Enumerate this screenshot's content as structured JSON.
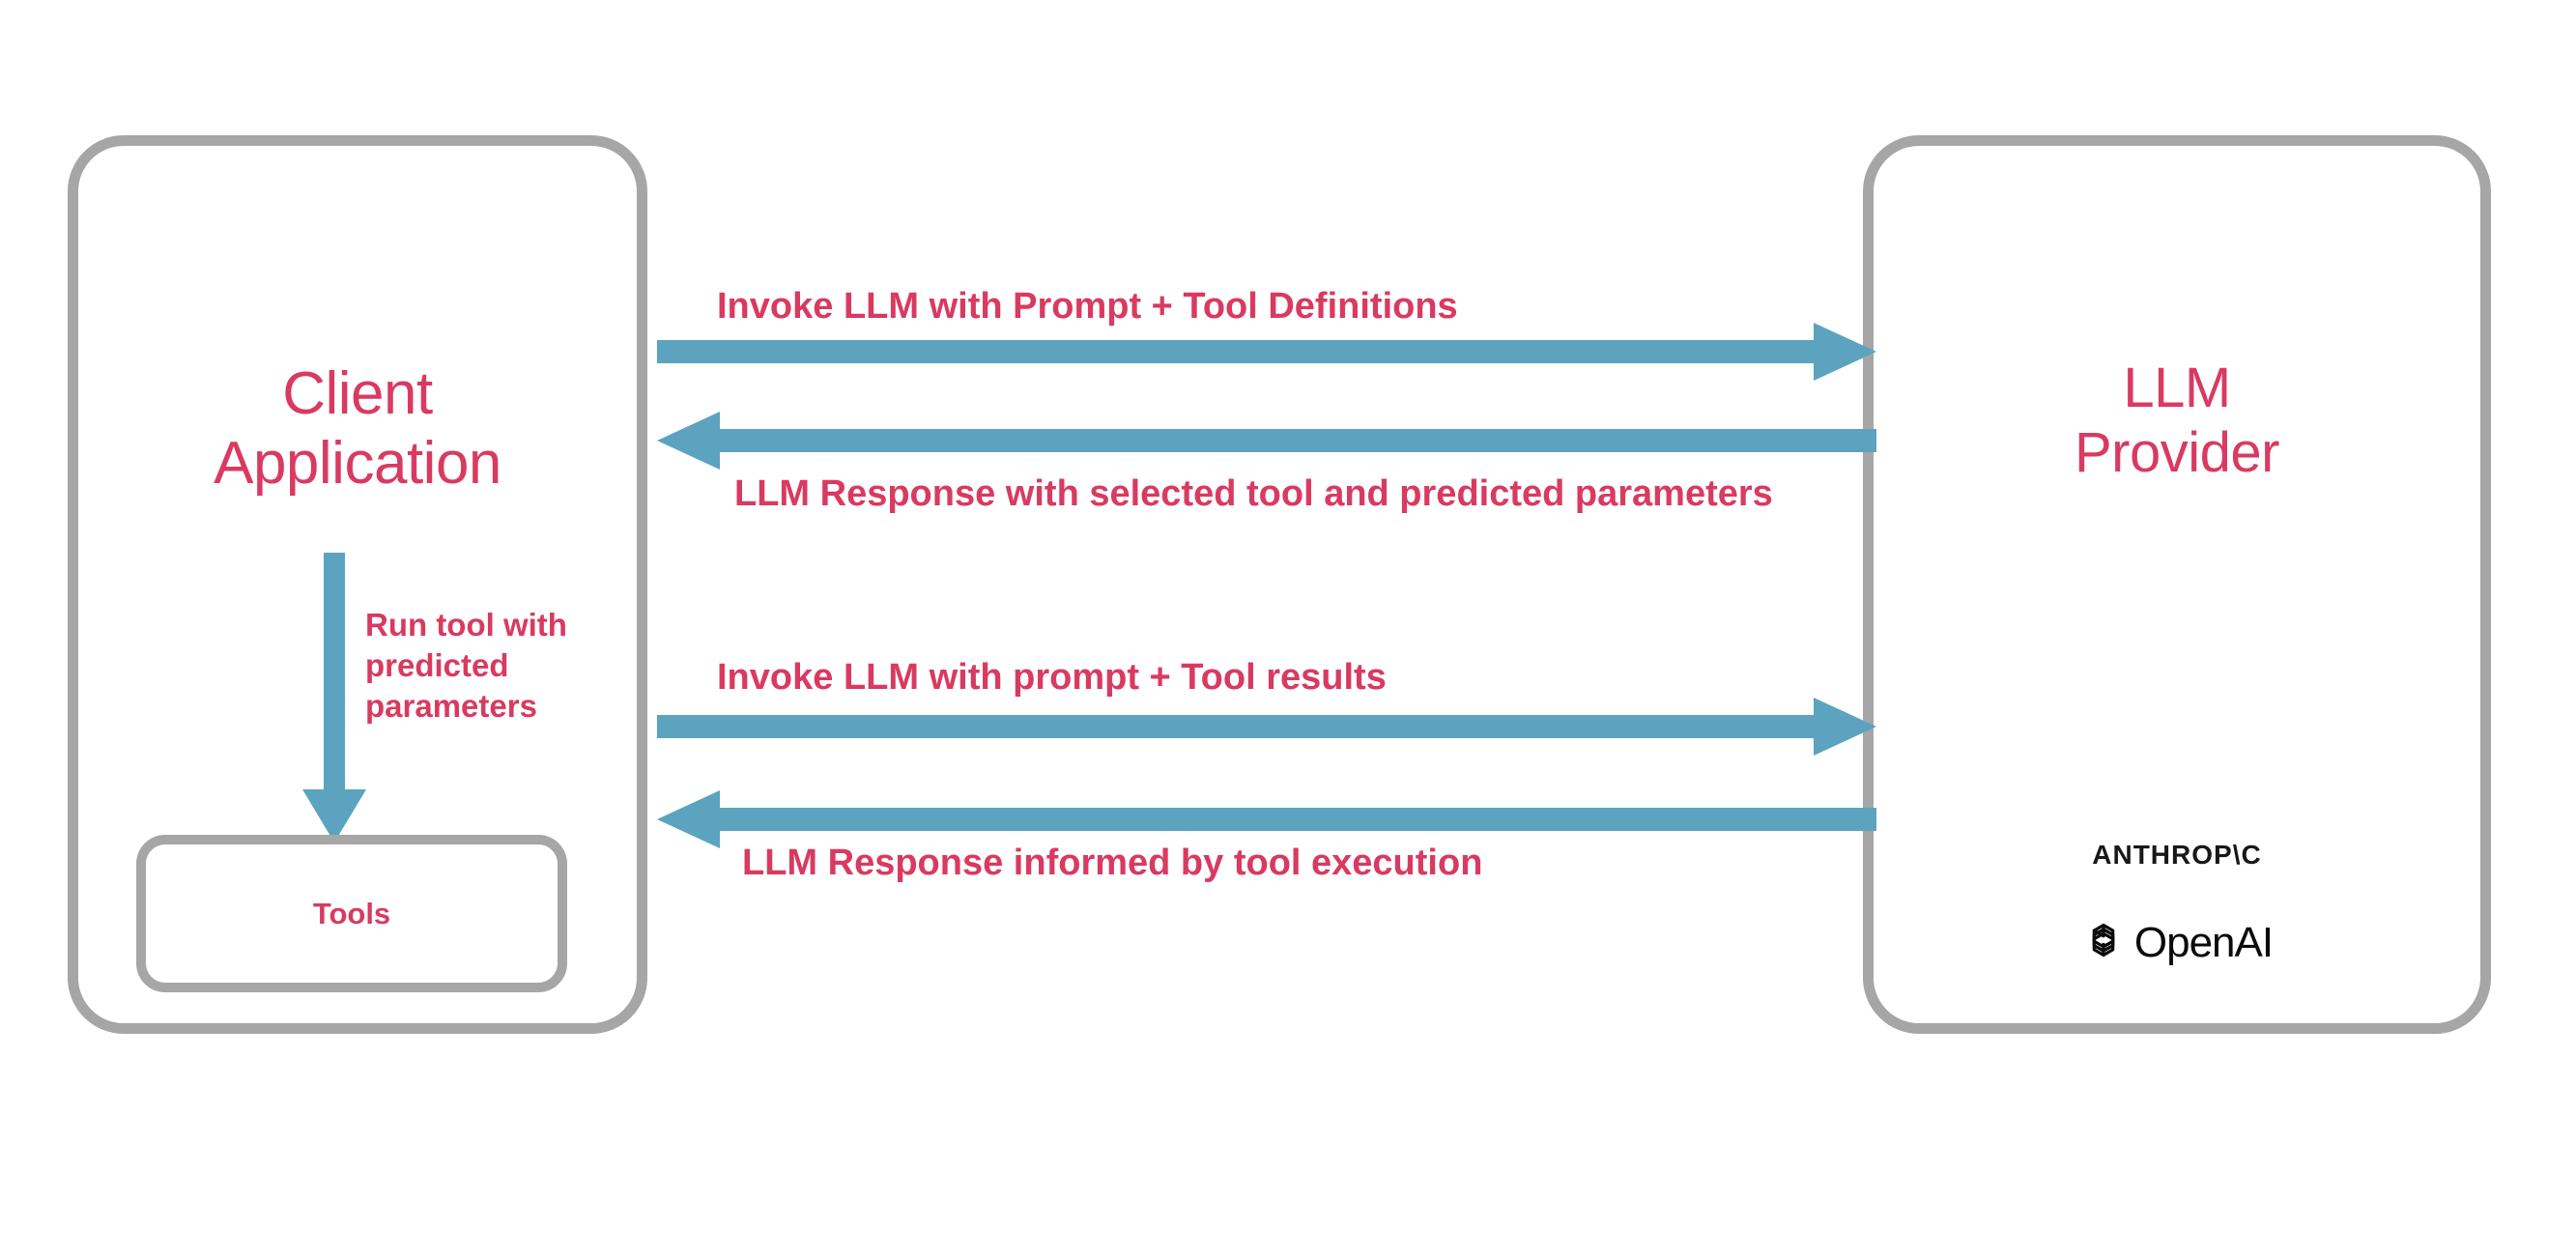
{
  "diagram": {
    "title": "LLM tool-calling sequence between client application and LLM provider",
    "colors": {
      "accent_pink": "#d93a61",
      "arrow_teal": "#5ca3bf",
      "box_border_gray": "#a6a6a6",
      "logo_black": "#0b0b0b",
      "background": "#ffffff"
    }
  },
  "client_box": {
    "title": "Client\nApplication",
    "tools": {
      "label": "Tools"
    },
    "run_tool_arrow": {
      "caption": "Run tool with\npredicted\nparameters",
      "direction": "down"
    }
  },
  "provider_box": {
    "title": "LLM\nProvider",
    "logos": [
      {
        "name": "anthropic-logo",
        "text": "ANTHROP\\C"
      },
      {
        "name": "openai-logo",
        "text": "OpenAI"
      }
    ]
  },
  "flows": [
    {
      "id": "arrow-1",
      "caption": "Invoke LLM with Prompt + Tool Definitions",
      "direction": "right"
    },
    {
      "id": "arrow-2",
      "caption": "LLM Response with selected tool and predicted parameters",
      "direction": "left"
    },
    {
      "id": "arrow-3",
      "caption": "Invoke LLM with prompt + Tool results",
      "direction": "right"
    },
    {
      "id": "arrow-4",
      "caption": "LLM Response informed by tool execution",
      "direction": "left"
    }
  ]
}
